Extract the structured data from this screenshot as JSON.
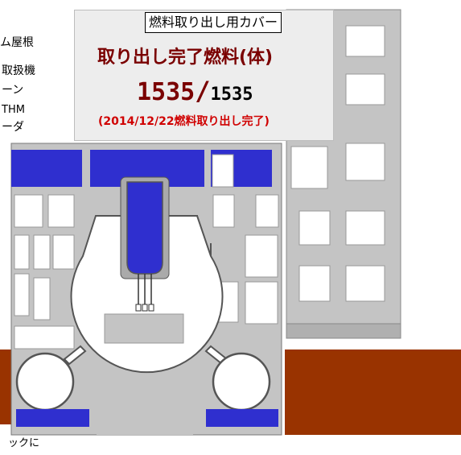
{
  "left_labels": [
    "ム屋根",
    "取扱機",
    "ーン",
    "THM",
    "ーダ"
  ],
  "bottom_label": "ックに",
  "panel": {
    "label": "燃料取り出し用カバー",
    "heading": "取り出し完了燃料(体)",
    "completed": "1535",
    "separator": "/",
    "total": "1535",
    "note": "(2014/12/22燃料取り出し完了)"
  },
  "colors": {
    "building_gray": "#c4c4c4",
    "equipment_blue": "#2f2fcf",
    "rust_brown": "#993300",
    "panel_heading": "#7a0000",
    "note_red": "#d00000",
    "outline": "#555555"
  }
}
